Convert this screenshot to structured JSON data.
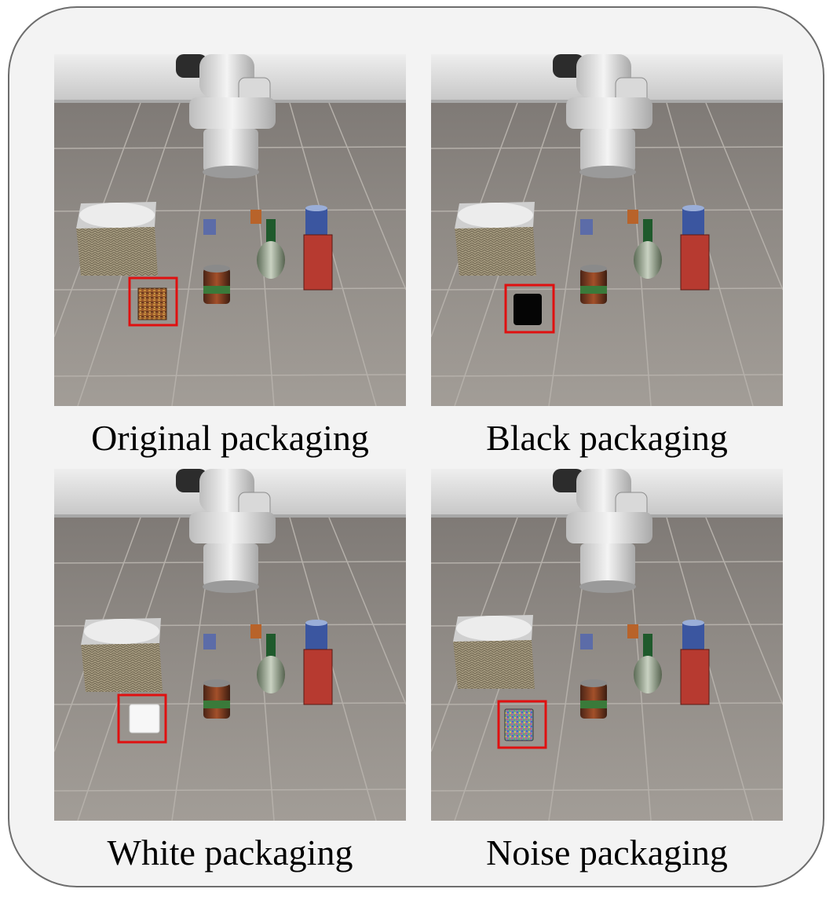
{
  "figure": {
    "panels": [
      {
        "caption": "Original packaging",
        "variant": "original"
      },
      {
        "caption": "Black packaging",
        "variant": "black"
      },
      {
        "caption": "White packaging",
        "variant": "white"
      },
      {
        "caption": "Noise packaging",
        "variant": "noise"
      }
    ]
  },
  "colors": {
    "highlight_box": "#e01010",
    "floor": "#8f8a85",
    "wall": "#d9d9d9",
    "background": "#f3f3f3"
  }
}
